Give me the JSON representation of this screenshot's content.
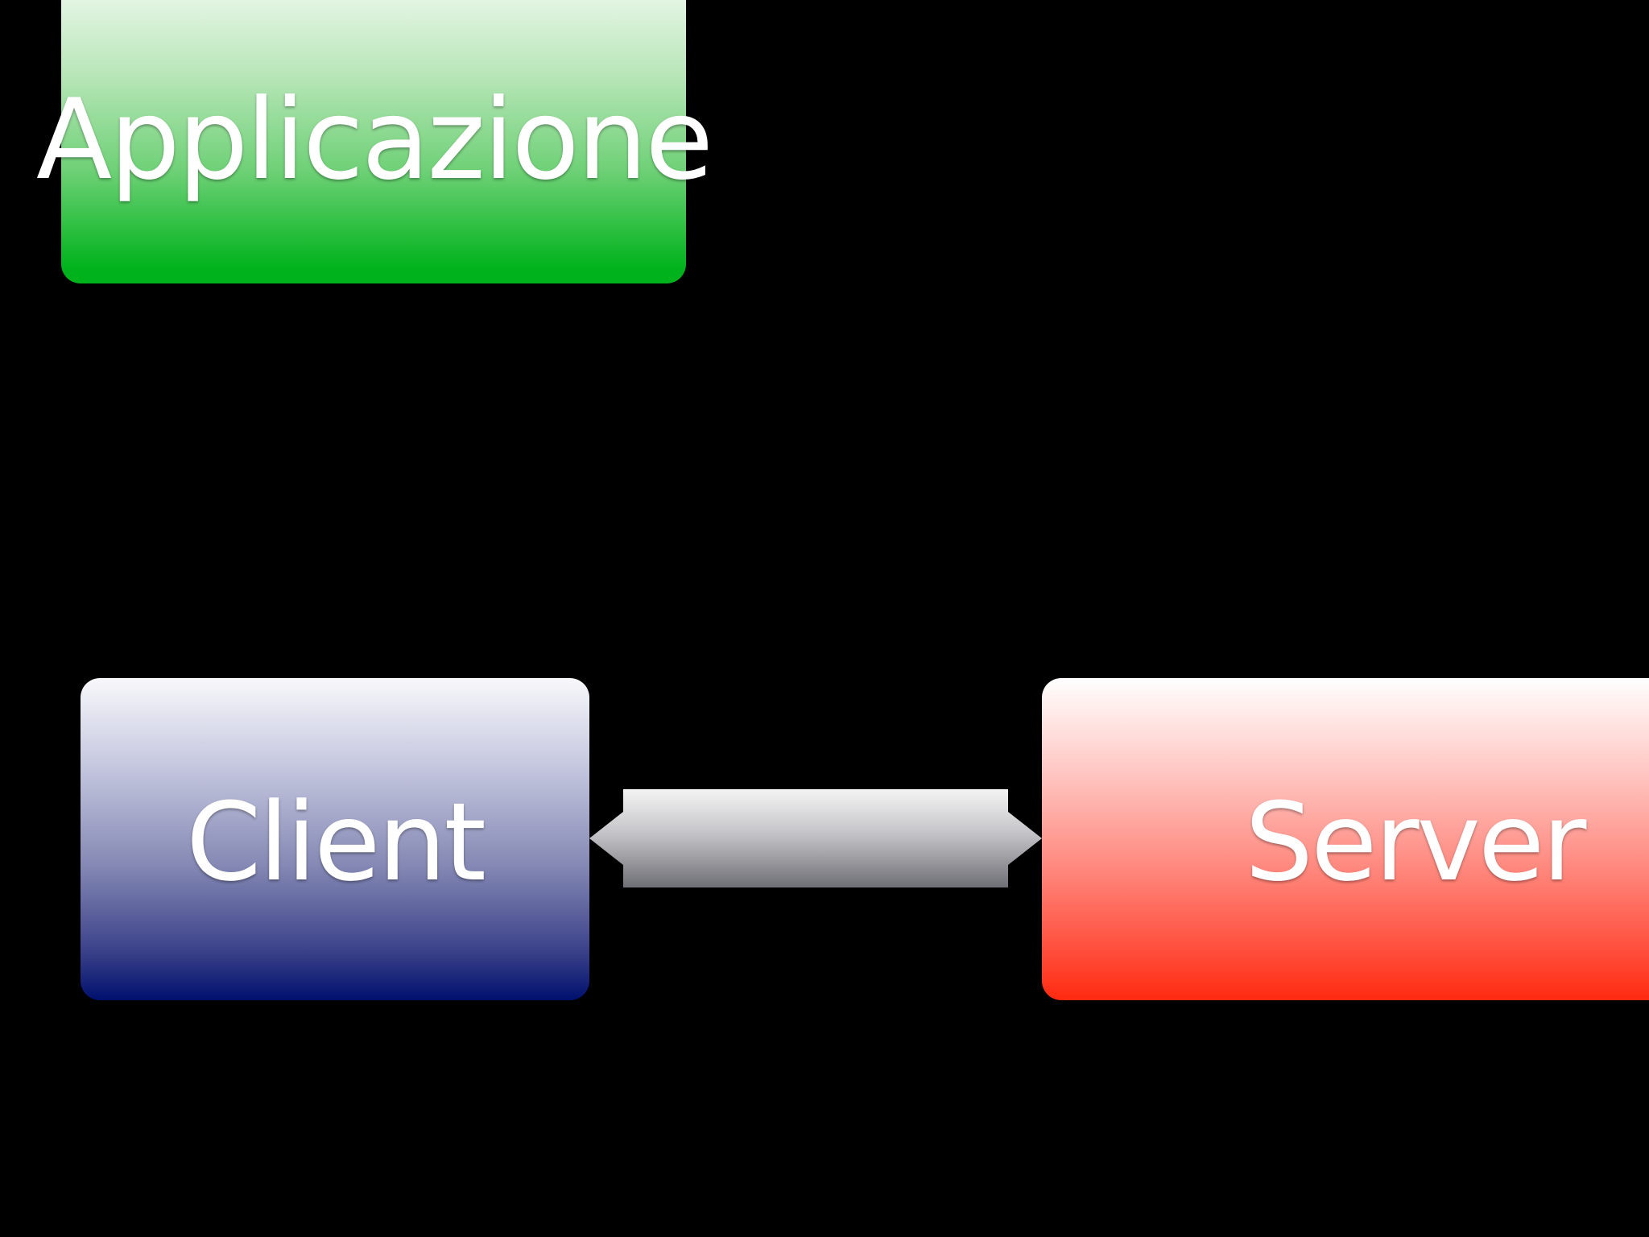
{
  "diagram": {
    "nodes": {
      "application": {
        "label": "Applicazione",
        "color": "#00b31c"
      },
      "client": {
        "label": "Client",
        "color": "#00106e"
      },
      "server": {
        "label": "Server",
        "color": "#ff2a10"
      }
    },
    "edges": [
      {
        "from": "client",
        "to": "server",
        "type": "bidirectional-arrow",
        "color": "#a0a0a6"
      }
    ]
  }
}
